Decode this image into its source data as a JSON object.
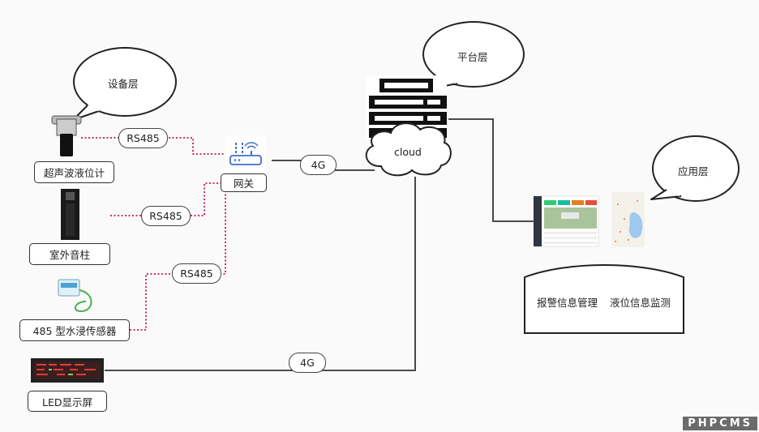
{
  "layers": {
    "device": "设备层",
    "platform": "平台层",
    "application": "应用层"
  },
  "devices": {
    "ultrasonic": "超声波液位计",
    "column": "室外音柱",
    "water_sensor": "485 型水浸传感器",
    "led": "LED显示屏"
  },
  "gateway": "网关",
  "cloud": "cloud",
  "links": {
    "rs485_a": "RS485",
    "rs485_b": "RS485",
    "rs485_c": "RS485",
    "g4_gateway": "4G",
    "g4_led": "4G"
  },
  "apps": {
    "alarm": "报警信息管理",
    "level": "液位信息监测"
  },
  "watermark": "PHPCMS"
}
